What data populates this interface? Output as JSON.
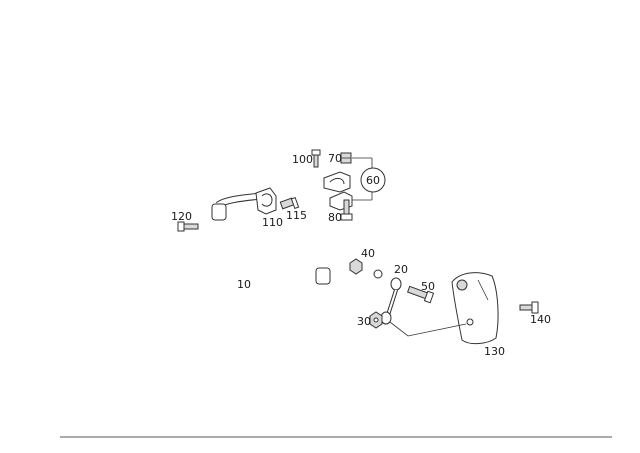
{
  "diagram": {
    "callouts": {
      "p10": "10",
      "p20": "20",
      "p30": "30",
      "p40": "40",
      "p50": "50",
      "p60": "60",
      "p70": "70",
      "p80": "80",
      "p100": "100",
      "p110": "110",
      "p115": "115",
      "p120": "120",
      "p130": "130",
      "p140": "140"
    },
    "colors": {
      "line": "#333333",
      "shade": "#d9d9d9",
      "background": "#ffffff"
    }
  }
}
